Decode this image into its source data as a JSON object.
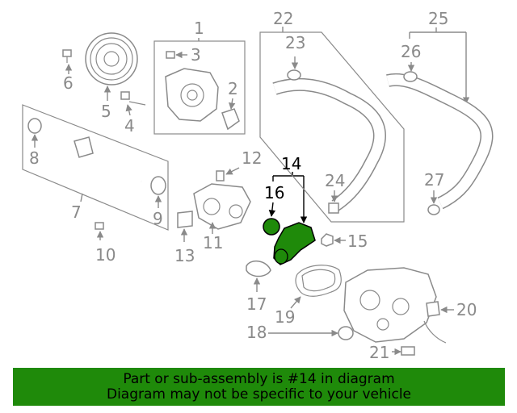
{
  "callouts": [
    "1",
    "2",
    "3",
    "4",
    "5",
    "6",
    "7",
    "8",
    "9",
    "10",
    "11",
    "12",
    "13",
    "14",
    "15",
    "16",
    "17",
    "18",
    "19",
    "20",
    "21",
    "22",
    "23",
    "24",
    "25",
    "26",
    "27"
  ],
  "highlight_color": "#1f8a0a",
  "banner": {
    "line1": "Part or sub-assembly is #14 in diagram",
    "line2": "Diagram may not be specific to your vehicle"
  }
}
